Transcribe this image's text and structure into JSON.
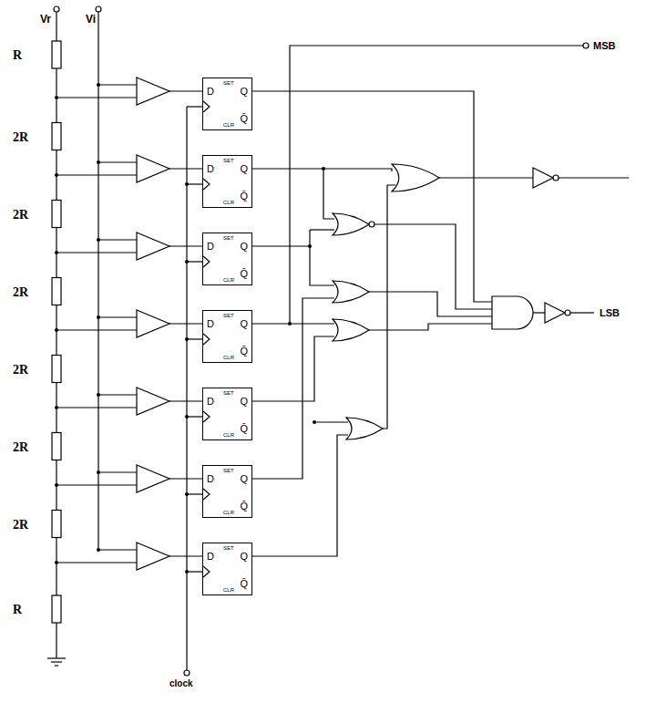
{
  "diagram": {
    "nodes": [
      {
        "text": [
          "D",
          "Q",
          "SET",
          "CLR",
          "Q̄"
        ]
      },
      {
        "text": [
          "D",
          "Q",
          "SET",
          "CLR",
          "Q̄"
        ]
      },
      {
        "text": [
          "D",
          "Q",
          "SET",
          "CLR",
          "Q̄"
        ]
      },
      {
        "text": [
          "D",
          "Q",
          "SET",
          "CLR",
          "Q̄"
        ]
      },
      {
        "text": [
          "D",
          "Q",
          "SET",
          "CLR",
          "Q̄"
        ]
      },
      {
        "text": [
          "D",
          "Q",
          "SET",
          "CLR",
          "Q̄"
        ]
      },
      {
        "text": [
          "D",
          "Q",
          "SET",
          "CLR",
          "Q̄"
        ]
      }
    ],
    "labels": [
      "Vr",
      "Vi",
      "R",
      "2R",
      "2R",
      "2R",
      "2R",
      "2R",
      "2R",
      "R",
      "MSB",
      "LSB",
      "clock"
    ]
  }
}
